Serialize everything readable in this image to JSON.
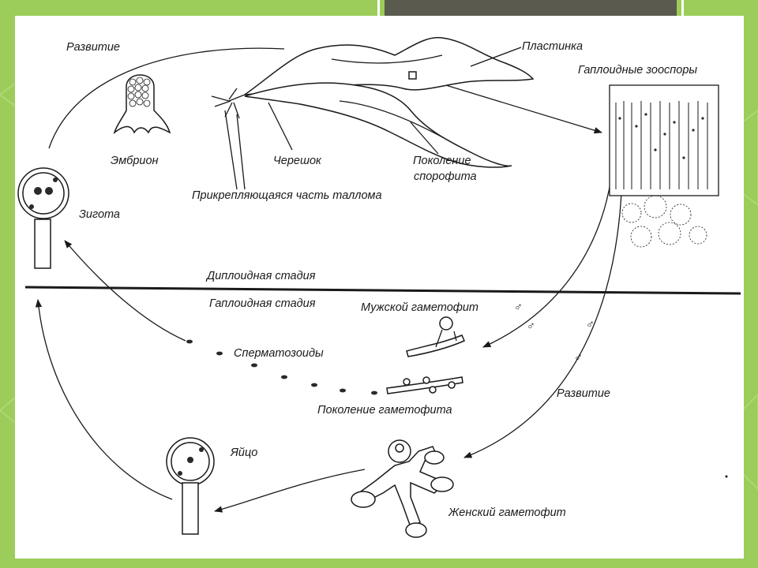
{
  "labels": {
    "development_top": "Развитие",
    "plate": "Пластинка",
    "haploid_zoospores": "Гаплоидные зооспоры",
    "embryo": "Эмбрион",
    "stalk": "Черешок",
    "sporophyte_generation_line1": "Поколение",
    "sporophyte_generation_line2": "спорофита",
    "holdfast": "Прикрепляющаяся часть таллома",
    "zygote": "Зигота",
    "diploid_stage": "Диплоидная стадия",
    "haploid_stage": "Гаплоидная стадия",
    "male_gametophyte": "Мужской гаметофит",
    "male_symbol": "♂",
    "spermatozoids": "Сперматозоиды",
    "gametophyte_generation": "Поколение гаметофита",
    "development_right": "Развитие",
    "egg": "Яйцо",
    "female_gametophyte": "Женский гаметофит"
  },
  "colors": {
    "background": "#9ccc5a",
    "panel": "#ffffff",
    "accent": "#5b5a4e",
    "ink": "#1a1a1a"
  }
}
